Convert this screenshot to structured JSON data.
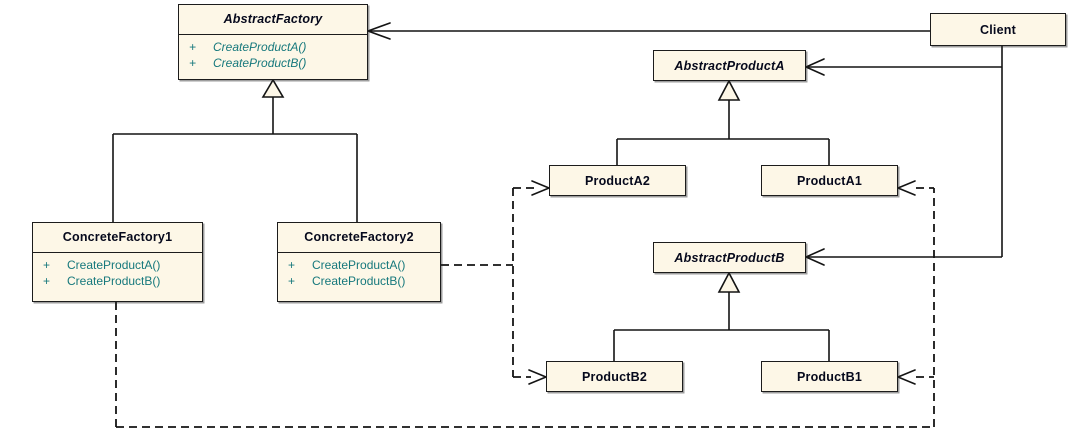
{
  "diagram_type": "uml-class-diagram",
  "colors": {
    "box_fill": "#FDF7E7",
    "box_border": "#1C1C1C",
    "line_color": "#141414",
    "method_color": "#16787C",
    "title_color": "#06091C"
  },
  "classes": {
    "abstract_factory": {
      "name": "AbstractFactory",
      "abstract": true,
      "methods": [
        {
          "visibility": "+",
          "signature": "CreateProductA()"
        },
        {
          "visibility": "+",
          "signature": "CreateProductB()"
        }
      ]
    },
    "client": {
      "name": "Client",
      "abstract": false,
      "methods": []
    },
    "abstract_product_a": {
      "name": "AbstractProductA",
      "abstract": true,
      "methods": []
    },
    "product_a2": {
      "name": "ProductA2",
      "abstract": false,
      "methods": []
    },
    "product_a1": {
      "name": "ProductA1",
      "abstract": false,
      "methods": []
    },
    "abstract_product_b": {
      "name": "AbstractProductB",
      "abstract": true,
      "methods": []
    },
    "product_b2": {
      "name": "ProductB2",
      "abstract": false,
      "methods": []
    },
    "product_b1": {
      "name": "ProductB1",
      "abstract": false,
      "methods": []
    },
    "concrete_factory1": {
      "name": "ConcreteFactory1",
      "abstract": false,
      "methods": [
        {
          "visibility": "+",
          "signature": "CreateProductA()"
        },
        {
          "visibility": "+",
          "signature": "CreateProductB()"
        }
      ]
    },
    "concrete_factory2": {
      "name": "ConcreteFactory2",
      "abstract": false,
      "methods": [
        {
          "visibility": "+",
          "signature": "CreateProductA()"
        },
        {
          "visibility": "+",
          "signature": "CreateProductB()"
        }
      ]
    }
  },
  "relationships": [
    {
      "type": "association",
      "from": "Client",
      "to": "AbstractFactory"
    },
    {
      "type": "association",
      "from": "Client",
      "to": "AbstractProductA"
    },
    {
      "type": "association",
      "from": "Client",
      "to": "AbstractProductB"
    },
    {
      "type": "generalization",
      "from": "ConcreteFactory1",
      "to": "AbstractFactory"
    },
    {
      "type": "generalization",
      "from": "ConcreteFactory2",
      "to": "AbstractFactory"
    },
    {
      "type": "generalization",
      "from": "ProductA2",
      "to": "AbstractProductA"
    },
    {
      "type": "generalization",
      "from": "ProductA1",
      "to": "AbstractProductA"
    },
    {
      "type": "generalization",
      "from": "ProductB2",
      "to": "AbstractProductB"
    },
    {
      "type": "generalization",
      "from": "ProductB1",
      "to": "AbstractProductB"
    },
    {
      "type": "dependency",
      "from": "ConcreteFactory2",
      "to": "ProductA2"
    },
    {
      "type": "dependency",
      "from": "ConcreteFactory2",
      "to": "ProductB2"
    },
    {
      "type": "dependency",
      "from": "ConcreteFactory1",
      "to": "ProductA1"
    },
    {
      "type": "dependency",
      "from": "ConcreteFactory1",
      "to": "ProductB1"
    }
  ]
}
